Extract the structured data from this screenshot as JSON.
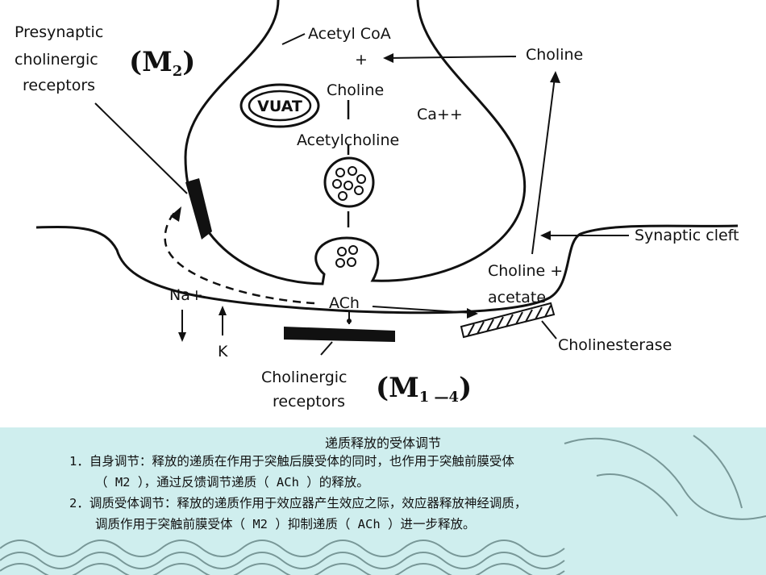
{
  "diagram": {
    "presynaptic_label": [
      "Presynaptic",
      "cholinergic",
      "receptors"
    ],
    "m2_label": "(M",
    "m2_sub": "2",
    "m2_close": ")",
    "acetyl_coa": "Acetyl CoA",
    "plus_top": "+",
    "choline_right": "Choline",
    "vuat": "VUAT",
    "choline_mid": "Choline",
    "ca": "Ca++",
    "acetylcholine": "Acetylcholine",
    "synaptic_cleft": "Synaptic cleft",
    "choline_plus": "Choline +",
    "acetate": "acetate",
    "na": "Na+",
    "ach": "ACh",
    "k": "K",
    "cholinesterase": "Cholinesterase",
    "cholinergic_receptors": [
      "Cholinergic",
      "receptors"
    ],
    "m1_4_label": "(M",
    "m1_4_sub": "1 —4",
    "m1_4_close": ")"
  },
  "caption": {
    "title": "递质释放的受体调节",
    "line1": "1．自身调节：释放的递质在作用于突触后膜受体的同时，也作用于突触前膜受体",
    "line2": "（ M2 ），通过反馈调节递质（ ACh ）的释放。",
    "line3": "2．调质受体调节：释放的递质作用于效应器产生效应之际，效应器释放神经调质，",
    "line4": "调质作用于突触前膜受体（ M2 ）抑制递质（ ACh ）进一步释放。"
  },
  "colors": {
    "caption_bg": "#cfeeee",
    "ink": "#111111"
  }
}
